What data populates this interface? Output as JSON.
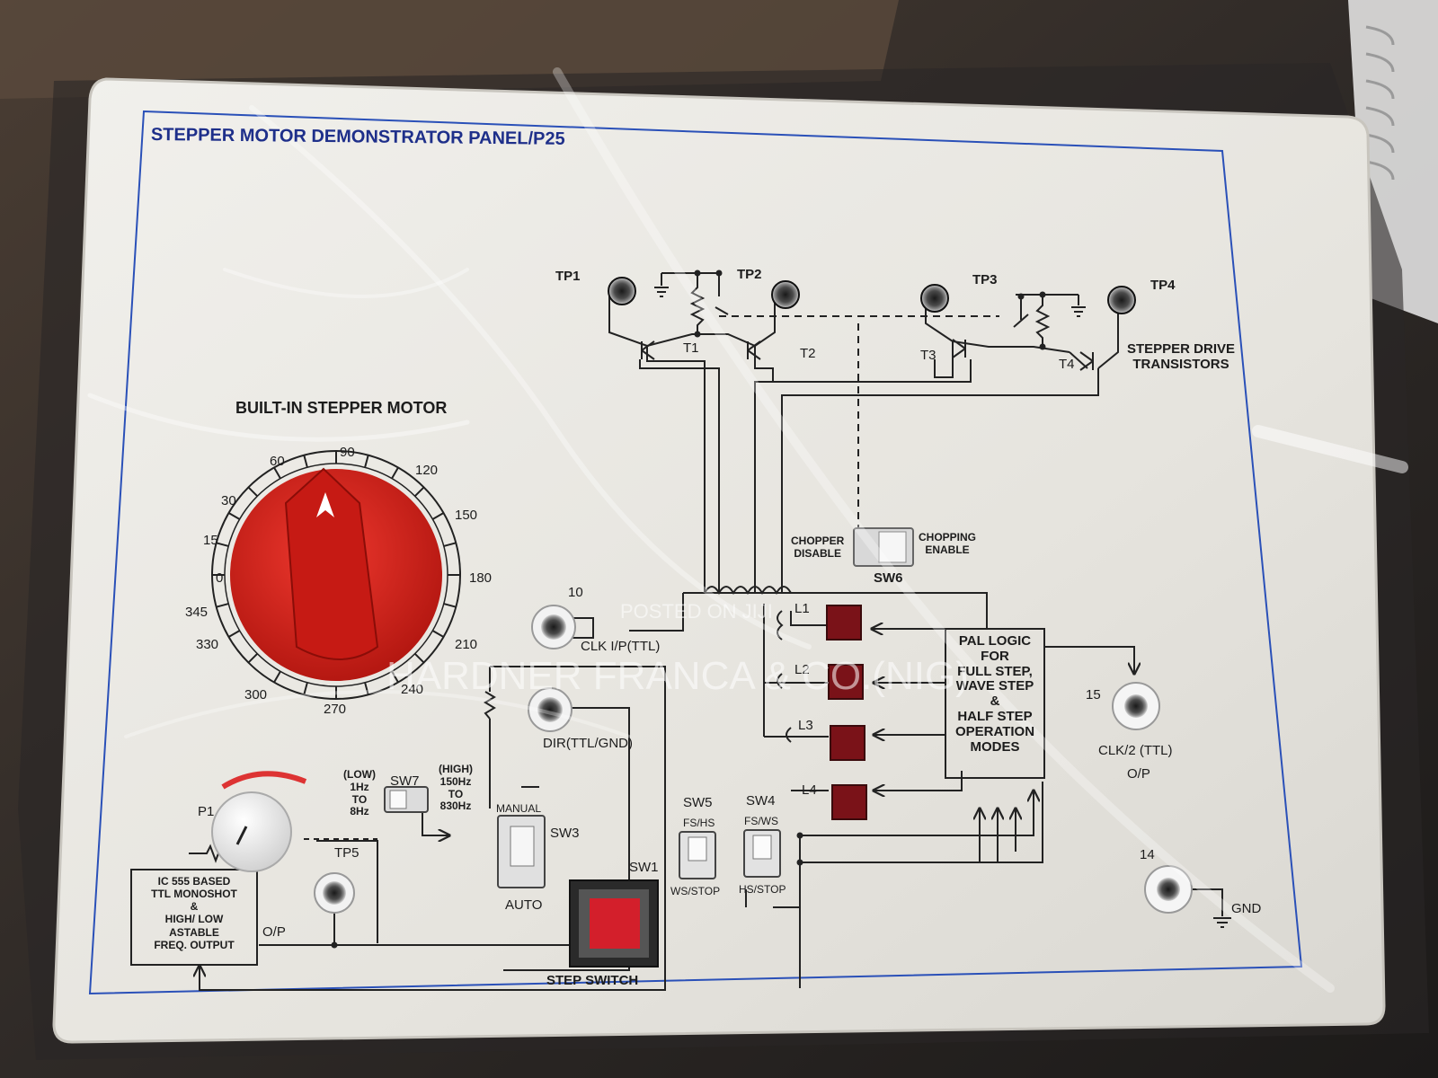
{
  "panel": {
    "title": "STEPPER MOTOR DEMONSTRATOR PANEL/P25",
    "motor_label": "BUILT-IN STEPPER MOTOR",
    "dial_angles": [
      "0",
      "15",
      "30",
      "60",
      "90",
      "120",
      "150",
      "180",
      "210",
      "240",
      "270",
      "300",
      "330",
      "345"
    ],
    "test_points": {
      "tp1": "TP1",
      "tp2": "TP2",
      "tp3": "TP3",
      "tp4": "TP4",
      "tp5": "TP5"
    },
    "transistors": {
      "t1": "T1",
      "t2": "T2",
      "t3": "T3",
      "t4": "T4"
    },
    "drive_label": [
      "STEPPER DRIVE",
      "TRANSISTORS"
    ],
    "sw6": {
      "name": "SW6",
      "left": [
        "CHOPPER",
        "DISABLE"
      ],
      "right": [
        "CHOPPING",
        "ENABLE"
      ]
    },
    "lamps": [
      "L1",
      "L2",
      "L3",
      "L4"
    ],
    "pal_logic": [
      "PAL LOGIC",
      "FOR",
      "FULL STEP,",
      "WAVE STEP",
      "&",
      "HALF STEP",
      "OPERATION",
      "MODES"
    ],
    "terminals": {
      "t10": {
        "num": "10",
        "label": "CLK I/P(TTL)"
      },
      "tdir": {
        "label": "DIR(TTL/GND)"
      },
      "t15": {
        "num": "15",
        "label": "CLK/2 (TTL)",
        "sub": "O/P"
      },
      "t14": {
        "num": "14",
        "label": "GND"
      }
    },
    "sw7": {
      "name": "SW7",
      "low": [
        "(LOW)",
        "1Hz",
        "TO",
        "8Hz"
      ],
      "high": [
        "(HIGH)",
        "150Hz",
        "TO",
        "830Hz"
      ]
    },
    "sw3": {
      "name": "SW3",
      "top": "MANUAL",
      "bottom": "AUTO"
    },
    "sw5": {
      "name": "SW5",
      "top": "FS/HS",
      "bottom": "WS/STOP"
    },
    "sw4": {
      "name": "SW4",
      "top": "FS/WS",
      "bottom": "HS/STOP"
    },
    "sw1": {
      "name": "SW1",
      "label": "STEP SWITCH"
    },
    "pot": {
      "name": "P1"
    },
    "ic555": [
      "IC 555 BASED",
      "TTL MONOSHOT",
      "&",
      "HIGH/ LOW",
      "ASTABLE",
      "FREQ. OUTPUT"
    ],
    "op_label": "O/P"
  },
  "watermark": {
    "line1": "POSTED ON JIJI",
    "line2": "HARDNER FRANCA & CO.(NIG)"
  },
  "colors": {
    "panel": "#e9e7e1",
    "border_blue": "#2a50b8",
    "knob_red": "#d8221c",
    "lamp_red": "#7a1218",
    "title_blue": "#1e2f8a"
  }
}
